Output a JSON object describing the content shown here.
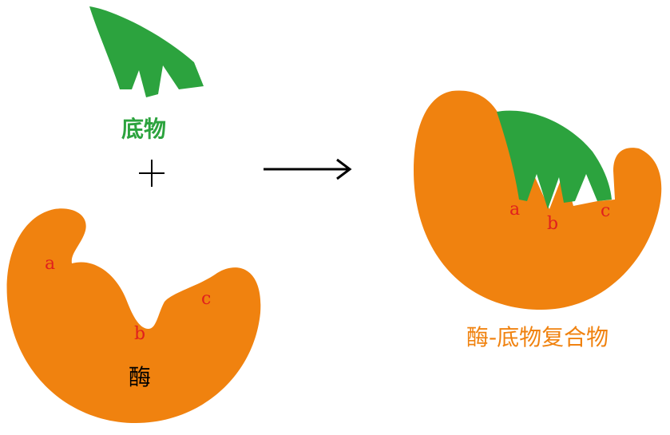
{
  "colors": {
    "enzyme": "#f0820f",
    "substrate": "#2ca33e",
    "site_label": "#e0201e",
    "complex_label": "#f0820f",
    "arrow": "#000000"
  },
  "labels": {
    "substrate": "底物",
    "plus": "+",
    "enzyme": "酶",
    "complex": "酶-底物复合物"
  },
  "sites": {
    "enzyme": [
      "a",
      "b",
      "c"
    ],
    "complex": [
      "a",
      "b",
      "c"
    ]
  }
}
